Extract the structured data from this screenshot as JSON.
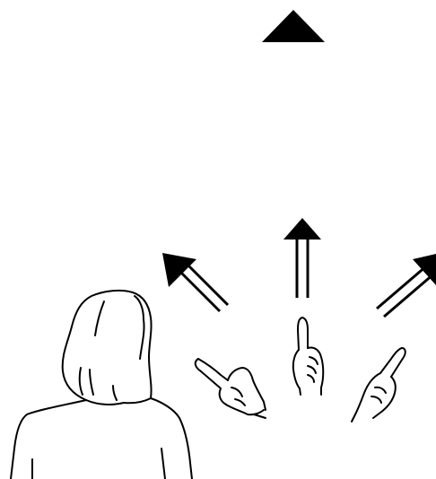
{
  "colors": {
    "background": "#ffffff",
    "ink": "#000000"
  },
  "figure": {
    "elements": [
      {
        "name": "target-triangle",
        "icon": "triangle-up-icon"
      },
      {
        "name": "arrow-up-left",
        "icon": "double-arrow-icon"
      },
      {
        "name": "arrow-up",
        "icon": "double-arrow-icon"
      },
      {
        "name": "arrow-up-right",
        "icon": "double-arrow-icon"
      },
      {
        "name": "hand-pointing-left",
        "icon": "pointing-hand-icon"
      },
      {
        "name": "hand-pointing-up",
        "icon": "pointing-hand-icon"
      },
      {
        "name": "hand-pointing-right",
        "icon": "pointing-hand-icon"
      },
      {
        "name": "person-back-view",
        "icon": "person-silhouette-icon"
      }
    ]
  }
}
